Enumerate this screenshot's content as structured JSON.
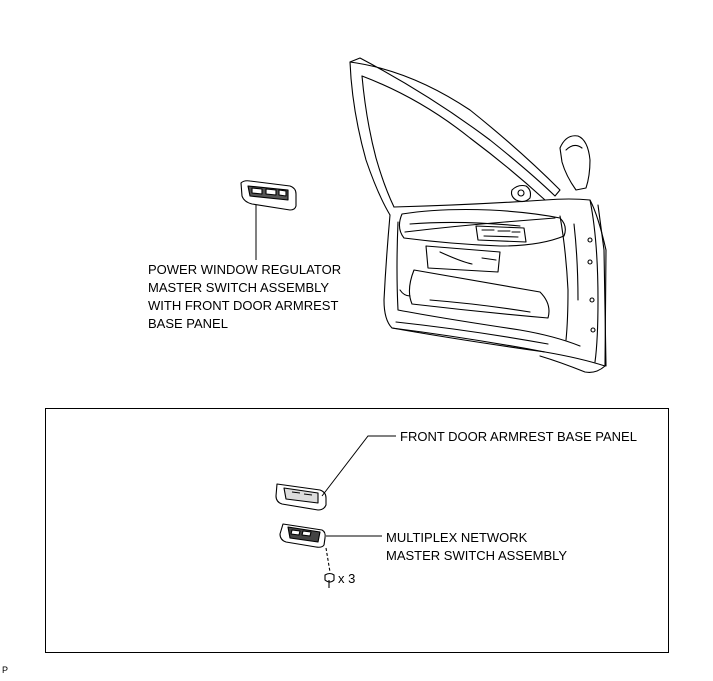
{
  "callouts": {
    "main_assembly": [
      "POWER WINDOW REGULATOR",
      "MASTER SWITCH ASSEMBLY",
      "WITH FRONT DOOR ARMREST",
      "BASE PANEL"
    ],
    "armrest_base_panel": "FRONT DOOR ARMREST BASE PANEL",
    "master_switch": [
      "MULTIPLEX NETWORK",
      "MASTER SWITCH ASSEMBLY"
    ],
    "screw_quantity": "x 3"
  },
  "figure_code": "P"
}
